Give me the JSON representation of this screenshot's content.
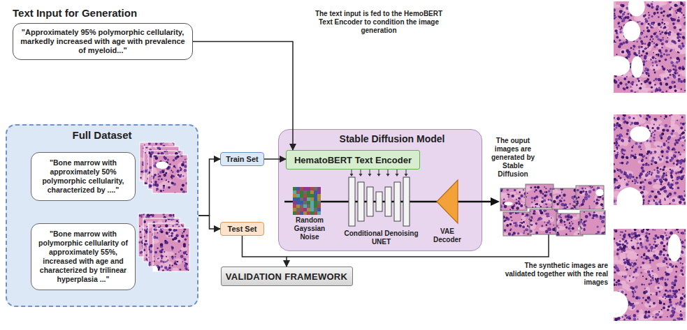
{
  "diagram": {
    "nodes": [
      {
        "text": [
          "Text Input for Generation",
          "\"Approximately 95% polymorphic cellularity, markedly increased with age with prevalence of myeloid...\""
        ]
      },
      {
        "text": [
          "Full Dataset"
        ]
      },
      {
        "text": [
          "\"Bone marrow with approximately 50% polymorphic cellularity, characterized by ....\""
        ],
        "in": 1
      },
      {
        "text": [
          "\"Bone marrow with polymorphic cellularity of approximately 55%, increased with age and characterized by trilinear hyperplasia ...\""
        ],
        "in": 1
      },
      {
        "text": [
          "Train Set"
        ]
      },
      {
        "text": [
          "Test Set"
        ]
      },
      {
        "text": [
          "Stable Diffusion Model"
        ]
      },
      {
        "text": [
          "HematoBERT Text Encoder"
        ],
        "in": 6
      },
      {
        "text": [
          "VALIDATION FRAMEWORK"
        ]
      }
    ],
    "edges": [
      {
        "from": 1,
        "to": 4,
        "arrow": "to"
      },
      {
        "from": 1,
        "to": 5,
        "arrow": "to"
      },
      {
        "from": 4,
        "to": 7,
        "arrow": "to"
      },
      {
        "from": 0,
        "to": 7,
        "arrow": "to"
      },
      {
        "from": 5,
        "to": 8,
        "arrow": "to"
      }
    ],
    "labels": [
      "The text input is fed to the HemoBERT Text Encoder to condition the image generation",
      "Random Gayssian Noise",
      "Conditional Denoising UNET",
      "VAE Decoder",
      "The ouput images are generated by Stable Diffusion",
      "The synthetic images are validated together with the real images"
    ]
  }
}
